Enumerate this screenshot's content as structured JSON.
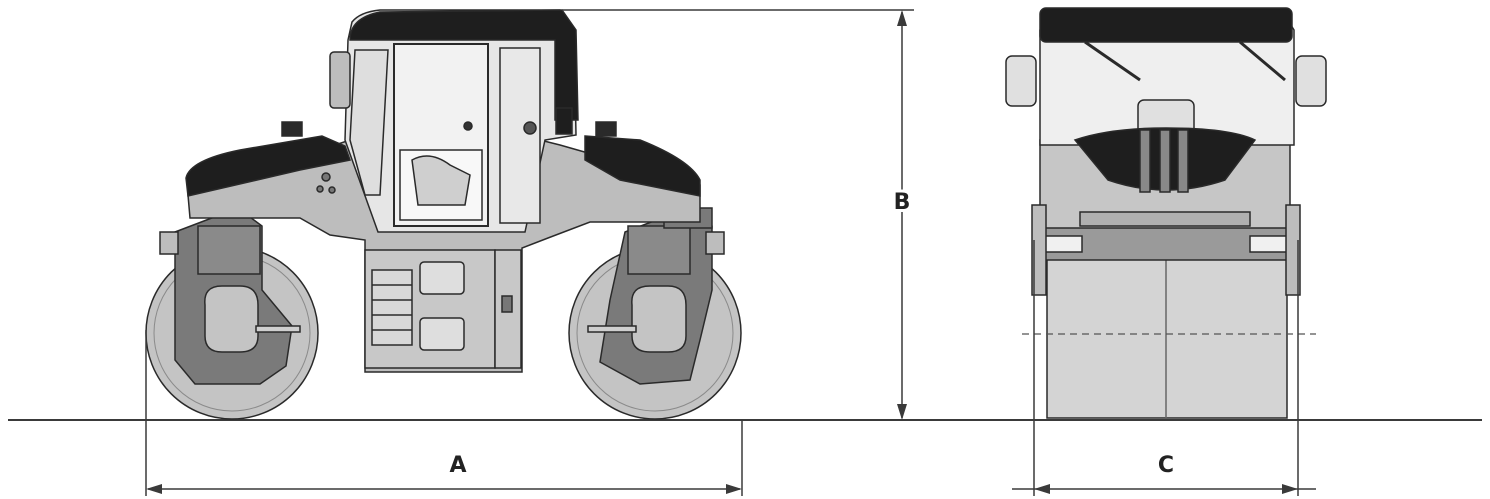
{
  "dimensions": {
    "a": "A",
    "b": "B",
    "c": "C"
  },
  "colors": {
    "line": "#3a3a3a",
    "body_gray": "#bdbdbd",
    "dark": "#1e1e1e",
    "drum_gray": "#c4c4c4",
    "plate_gray": "#7a7a7a",
    "background": "#ffffff"
  }
}
